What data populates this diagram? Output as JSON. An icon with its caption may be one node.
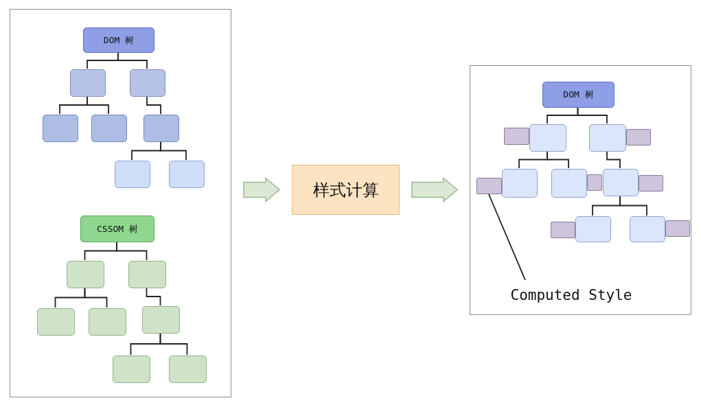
{
  "diagram": {
    "nodes": [
      {
        "text": [],
        "shape": "box"
      },
      {
        "text": [
          "DOM 树"
        ],
        "in": 0
      },
      {
        "text": [],
        "shape": "box",
        "in": 0
      },
      {
        "text": [],
        "shape": "box",
        "in": 0
      },
      {
        "text": [],
        "shape": "box",
        "in": 0
      },
      {
        "text": [],
        "shape": "box",
        "in": 0
      },
      {
        "text": [],
        "shape": "box",
        "in": 0
      },
      {
        "text": [],
        "shape": "box",
        "in": 0
      },
      {
        "text": [],
        "shape": "box",
        "in": 0
      },
      {
        "text": [
          "CSSOM 树"
        ],
        "in": 0
      },
      {
        "text": [],
        "shape": "box",
        "in": 0
      },
      {
        "text": [],
        "shape": "box",
        "in": 0
      },
      {
        "text": [],
        "shape": "box",
        "in": 0
      },
      {
        "text": [],
        "shape": "box",
        "in": 0
      },
      {
        "text": [],
        "shape": "box",
        "in": 0
      },
      {
        "text": [],
        "shape": "box",
        "in": 0
      },
      {
        "text": [],
        "shape": "box",
        "in": 0
      },
      {
        "text": [
          "样式计算"
        ]
      },
      {
        "text": [],
        "shape": "box"
      },
      {
        "text": [
          "DOM 树"
        ],
        "in": 18
      },
      {
        "text": [],
        "shape": "box",
        "in": 18
      },
      {
        "text": [],
        "shape": "box",
        "in": 18
      },
      {
        "text": [],
        "shape": "box",
        "in": 18
      },
      {
        "text": [],
        "shape": "box",
        "in": 18
      },
      {
        "text": [],
        "shape": "box",
        "in": 18
      },
      {
        "text": [],
        "shape": "box",
        "in": 18
      },
      {
        "text": [],
        "shape": "box",
        "in": 18
      },
      {
        "text": [],
        "shape": "box",
        "in": 18
      },
      {
        "text": [],
        "shape": "box",
        "in": 18
      },
      {
        "text": [],
        "shape": "box",
        "in": 18
      },
      {
        "text": [],
        "shape": "box",
        "in": 18
      },
      {
        "text": [],
        "shape": "box",
        "in": 18
      },
      {
        "text": [],
        "shape": "box",
        "in": 18
      },
      {
        "text": [],
        "shape": "box",
        "in": 18
      },
      {
        "text": [
          "Computed Style"
        ],
        "in": 18
      }
    ],
    "edges": [
      {
        "from": 1,
        "to": 2,
        "arrow": "none"
      },
      {
        "from": 1,
        "to": 3,
        "arrow": "none"
      },
      {
        "from": 2,
        "to": 4,
        "arrow": "none"
      },
      {
        "from": 2,
        "to": 5,
        "arrow": "none"
      },
      {
        "from": 3,
        "to": 6,
        "arrow": "none"
      },
      {
        "from": 6,
        "to": 7,
        "arrow": "none"
      },
      {
        "from": 6,
        "to": 8,
        "arrow": "none"
      },
      {
        "from": 9,
        "to": 10,
        "arrow": "none"
      },
      {
        "from": 9,
        "to": 11,
        "arrow": "none"
      },
      {
        "from": 10,
        "to": 12,
        "arrow": "none"
      },
      {
        "from": 10,
        "to": 13,
        "arrow": "none"
      },
      {
        "from": 11,
        "to": 14,
        "arrow": "none"
      },
      {
        "from": 14,
        "to": 15,
        "arrow": "none"
      },
      {
        "from": 14,
        "to": 16,
        "arrow": "none"
      },
      {
        "from": 0,
        "to": 17,
        "arrow": "to",
        "style": "thick"
      },
      {
        "from": 17,
        "to": 18,
        "arrow": "to",
        "style": "thick"
      },
      {
        "from": 19,
        "to": 20,
        "arrow": "none"
      },
      {
        "from": 19,
        "to": 21,
        "arrow": "none"
      },
      {
        "from": 20,
        "to": 22,
        "arrow": "none"
      },
      {
        "from": 20,
        "to": 23,
        "arrow": "none"
      },
      {
        "from": 21,
        "to": 24,
        "arrow": "none"
      },
      {
        "from": 24,
        "to": 25,
        "arrow": "none"
      },
      {
        "from": 24,
        "to": 26,
        "arrow": "none"
      },
      {
        "from": 34,
        "to": 29,
        "arrow": "none"
      }
    ]
  }
}
